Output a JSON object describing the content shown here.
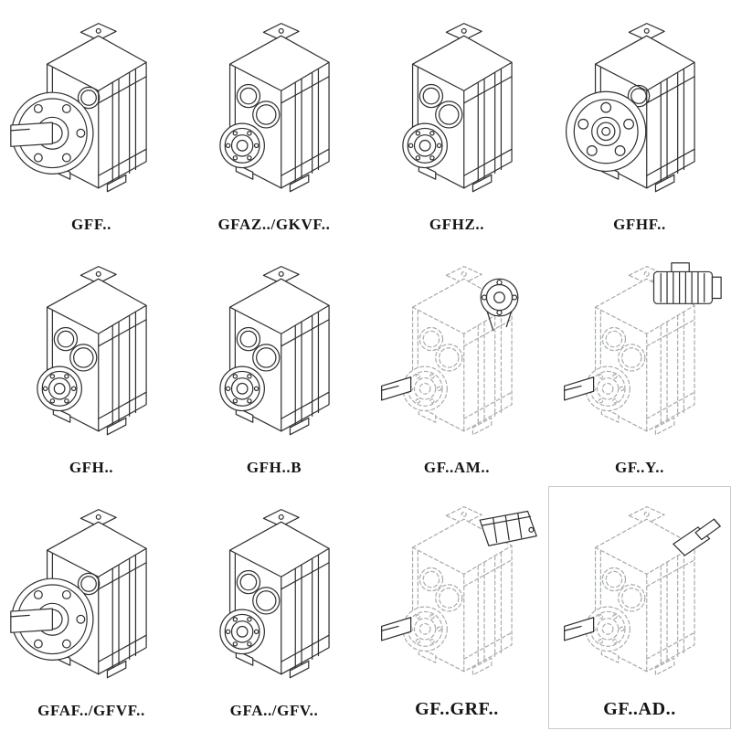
{
  "page": {
    "background": "#ffffff",
    "line_color": "#2f2f2f",
    "phantom_line_color": "#a8abab",
    "frame_color": "#c9c9c9"
  },
  "cells": [
    {
      "label": "GFF..",
      "icon": "gearbox-flange-shaft-icon"
    },
    {
      "label": "GFAZ../GKVF..",
      "icon": "gearbox-hollow-shaft-icon"
    },
    {
      "label": "GFHZ..",
      "icon": "gearbox-hollow-shaft-icon"
    },
    {
      "label": "GFHF..",
      "icon": "gearbox-flange-hollow-icon"
    },
    {
      "label": "GFH..",
      "icon": "gearbox-hollow-shaft-icon"
    },
    {
      "label": "GFH..B",
      "icon": "gearbox-hollow-shaft-icon"
    },
    {
      "label": "GF..AM..",
      "icon": "gearbox-phantom-flange-adapter-icon"
    },
    {
      "label": "GF..Y..",
      "icon": "gearbox-phantom-motor-icon"
    },
    {
      "label": "GFAF../GFVF..",
      "icon": "gearbox-flange-shaft-icon"
    },
    {
      "label": "GFA../GFV..",
      "icon": "gearbox-hollow-shaft-icon"
    },
    {
      "label": "GF..GRF..",
      "icon": "gearbox-phantom-cover-icon",
      "emphasis": true
    },
    {
      "label": "GF..AD..",
      "icon": "gearbox-phantom-input-shaft-icon",
      "emphasis": true,
      "framed": true
    }
  ]
}
